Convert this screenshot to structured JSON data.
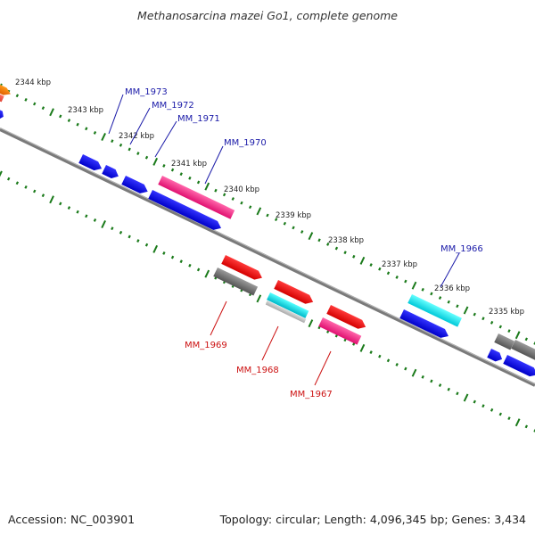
{
  "title": "Methanosarcina mazei Go1, complete genome",
  "footer": {
    "accession": "Accession: NC_003901",
    "summary": "Topology: circular; Length: 4,096,345 bp; Genes: 3,434"
  },
  "colors": {
    "backbone": "#7a7a7a",
    "ticks": "#1a7a1a",
    "forward_label": "#1a1aa8",
    "reverse_label": "#cc1111"
  },
  "ruler": {
    "labels": [
      "2344 kbp",
      "2343 kbp",
      "2342 kbp",
      "2341 kbp",
      "2340 kbp",
      "2339 kbp",
      "2338 kbp",
      "2337 kbp",
      "2336 kbp",
      "2335 kbp"
    ]
  },
  "gene_labels": {
    "MM_1973": "MM_1973",
    "MM_1972": "MM_1972",
    "MM_1971": "MM_1971",
    "MM_1970": "MM_1970",
    "MM_1969": "MM_1969",
    "MM_1968": "MM_1968",
    "MM_1967": "MM_1967",
    "MM_1966": "MM_1966"
  }
}
